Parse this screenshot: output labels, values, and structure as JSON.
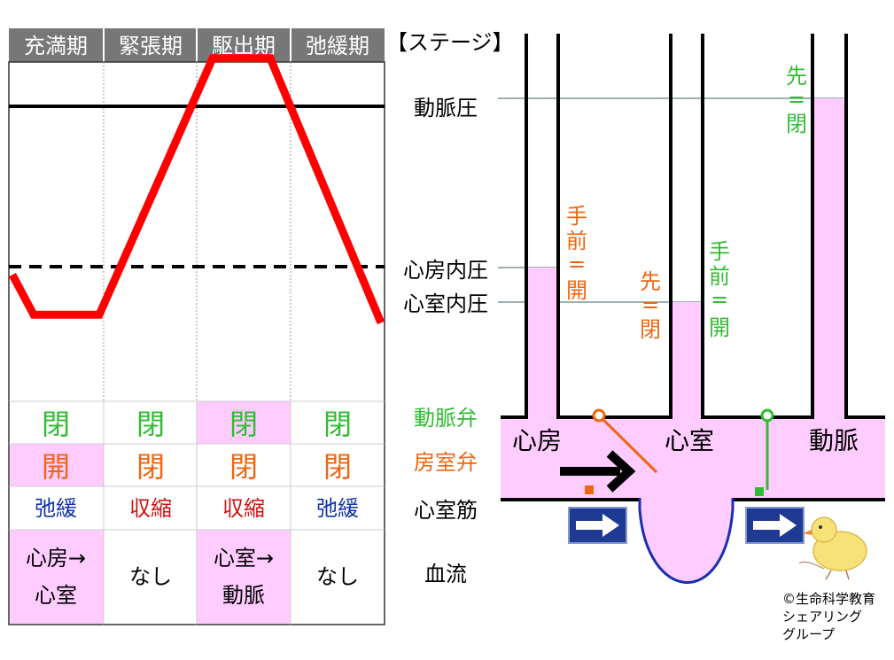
{
  "table": {
    "phases": [
      "充満期",
      "緊張期",
      "駆出期",
      "弛緩期"
    ],
    "aortic_valve": [
      "閉",
      "閉",
      "閉",
      "閉"
    ],
    "av_valve": [
      "開",
      "閉",
      "閉",
      "閉"
    ],
    "muscle": [
      "弛緩",
      "収縮",
      "収縮",
      "弛緩"
    ],
    "blood_flow": [
      {
        "line1": "心房→",
        "line2": "心室"
      },
      {
        "line1": "なし",
        "line2": ""
      },
      {
        "line1": "心室→",
        "line2": "動脈"
      },
      {
        "line1": "なし",
        "line2": ""
      }
    ]
  },
  "labels": {
    "stage": "【ステージ】",
    "aortic_pressure": "動脈圧",
    "atrial_pressure": "心房内圧",
    "ventricular_pressure": "心室内圧",
    "aortic_valve": "動脈弁",
    "av_valve": "房室弁",
    "muscle": "心室筋",
    "blood_flow": "血流"
  },
  "chambers": {
    "atrium": "心房",
    "ventricle": "心室",
    "artery": "動脈"
  },
  "annotations": {
    "av_front": [
      "手",
      "前",
      "=",
      "開"
    ],
    "av_back": [
      "先",
      "=",
      "閉"
    ],
    "ao_front": [
      "手",
      "前",
      "=",
      "開"
    ],
    "ao_back": [
      "先",
      "=",
      "閉"
    ]
  },
  "copyright": [
    "©生命科学教育",
    "シェアリング",
    "グループ"
  ],
  "colors": {
    "pressure_line": "#ff0000",
    "pink": "#ffccff",
    "green": "#33bb33",
    "orange": "#ee6611",
    "blue": "#1133aa",
    "red": "#cc1111",
    "header_bg": "#777777",
    "sign_blue": "#1f3a93",
    "ventricle_outline": "#1a2fb0"
  },
  "chart_data": {
    "type": "line",
    "categories": [
      "充満期",
      "緊張期",
      "駆出期",
      "弛緩期"
    ],
    "series": [
      {
        "values": [
          -0.1,
          -0.6,
          -0.6,
          2.6,
          2.6,
          -0.7
        ]
      }
    ],
    "reference_lines": [
      "動脈圧",
      "心房内圧"
    ],
    "grid": false
  }
}
